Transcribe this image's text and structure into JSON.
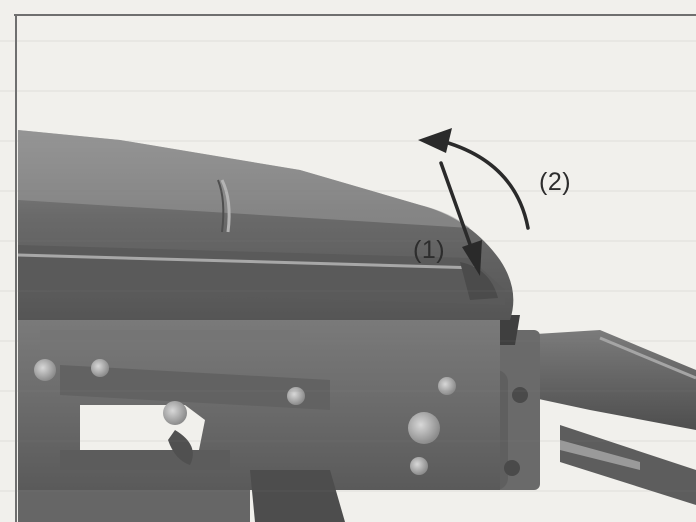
{
  "figure": {
    "callouts": {
      "step_1": "(1)",
      "step_2": "(2)"
    },
    "colors": {
      "paper": "#f1f0ec",
      "frame_border": "#6f6f6f",
      "metal_dark": "#4a4a4a",
      "metal_mid": "#7a7a7a",
      "metal_light": "#a9a9a9",
      "arrow": "#2a2a2a"
    },
    "arrows": [
      {
        "name": "press-down-arrow",
        "step": "(1)"
      },
      {
        "name": "rotate-arrow",
        "step": "(2)"
      }
    ]
  }
}
